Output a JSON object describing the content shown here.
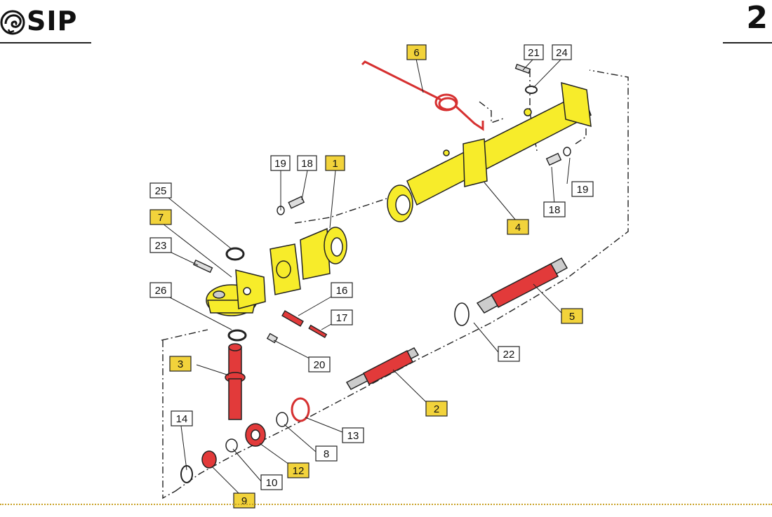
{
  "header": {
    "brand": "SIP",
    "page_number": "2"
  },
  "colors": {
    "highlight": "#f2d33b",
    "yellow_part": "#f7ec2a",
    "red_part": "#e23a3a",
    "line": "#222222",
    "dotted_rule": "#c9a227"
  },
  "callouts": [
    {
      "id": "c6",
      "label": "6",
      "highlighted": true
    },
    {
      "id": "c21",
      "label": "21",
      "highlighted": false
    },
    {
      "id": "c24",
      "label": "24",
      "highlighted": false
    },
    {
      "id": "c19a",
      "label": "19",
      "highlighted": false
    },
    {
      "id": "c18a",
      "label": "18",
      "highlighted": false
    },
    {
      "id": "c1",
      "label": "1",
      "highlighted": true
    },
    {
      "id": "c25",
      "label": "25",
      "highlighted": false
    },
    {
      "id": "c7",
      "label": "7",
      "highlighted": true
    },
    {
      "id": "c23",
      "label": "23",
      "highlighted": false
    },
    {
      "id": "c26",
      "label": "26",
      "highlighted": false
    },
    {
      "id": "c19b",
      "label": "19",
      "highlighted": false
    },
    {
      "id": "c18b",
      "label": "18",
      "highlighted": false
    },
    {
      "id": "c4",
      "label": "4",
      "highlighted": true
    },
    {
      "id": "c16",
      "label": "16",
      "highlighted": false
    },
    {
      "id": "c17",
      "label": "17",
      "highlighted": false
    },
    {
      "id": "c5",
      "label": "5",
      "highlighted": true
    },
    {
      "id": "c3",
      "label": "3",
      "highlighted": true
    },
    {
      "id": "c20",
      "label": "20",
      "highlighted": false
    },
    {
      "id": "c22",
      "label": "22",
      "highlighted": false
    },
    {
      "id": "c2",
      "label": "2",
      "highlighted": true
    },
    {
      "id": "c14",
      "label": "14",
      "highlighted": false
    },
    {
      "id": "c13",
      "label": "13",
      "highlighted": false
    },
    {
      "id": "c8",
      "label": "8",
      "highlighted": false
    },
    {
      "id": "c12",
      "label": "12",
      "highlighted": true
    },
    {
      "id": "c10",
      "label": "10",
      "highlighted": false
    },
    {
      "id": "c9",
      "label": "9",
      "highlighted": true
    }
  ]
}
